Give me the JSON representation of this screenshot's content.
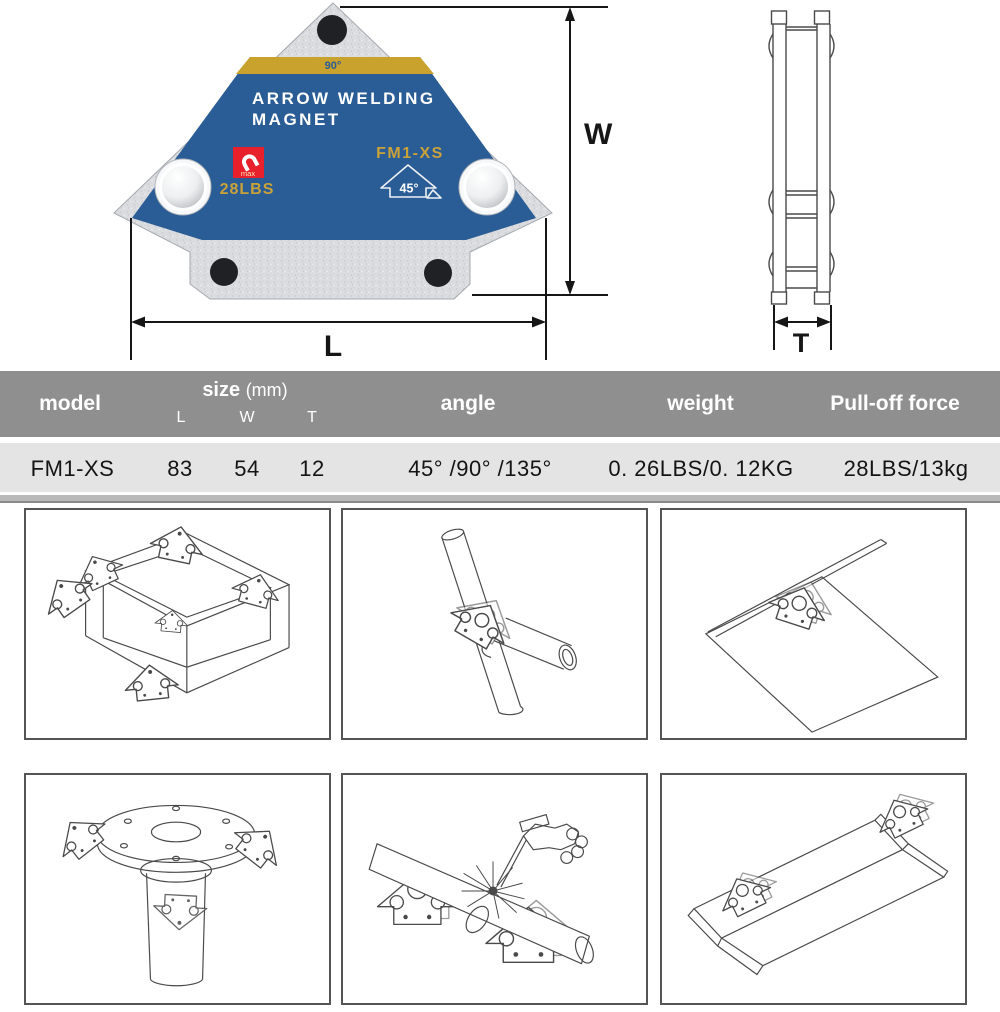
{
  "hero": {
    "front_view": {
      "band_angle_label": "90°",
      "title_line1": "ARROW WELDING",
      "title_line2": "MAGNET",
      "logo_max_label": "max",
      "capacity_label": "28LBS",
      "model_label": "FM1-XS",
      "angle_icon_label": "45°",
      "colors": {
        "face_blue": "#2a5c95",
        "band_gold": "#c9a22e",
        "logo_red": "#e8202b",
        "body_silver": "#dbdcdf"
      }
    },
    "dimension_labels": {
      "width": "W",
      "length": "L",
      "thickness": "T"
    }
  },
  "spec_table": {
    "header": {
      "model": "model",
      "size": "size",
      "size_unit": "(mm)",
      "size_columns": [
        "L",
        "W",
        "T"
      ],
      "angle": "angle",
      "weight": "weight",
      "pull_off_force": "Pull-off force"
    },
    "row": {
      "model": "FM1-XS",
      "size_l": "83",
      "size_w": "54",
      "size_t": "12",
      "angle": "45° /90° /135°",
      "weight": "0. 26LBS/0. 12KG",
      "pull_off_force": "28LBS/13kg"
    },
    "colors": {
      "header_bg": "#8f8f8f",
      "row_bg": "#e4e4e4"
    }
  },
  "usage_examples": [
    {
      "name": "box-corner-clamping"
    },
    {
      "name": "round-tube-angle-joint"
    },
    {
      "name": "sheet-right-angle-support"
    },
    {
      "name": "flange-pipe-positioning"
    },
    {
      "name": "welding-with-two-magnet-blocks"
    },
    {
      "name": "v-channel-assembly"
    }
  ]
}
